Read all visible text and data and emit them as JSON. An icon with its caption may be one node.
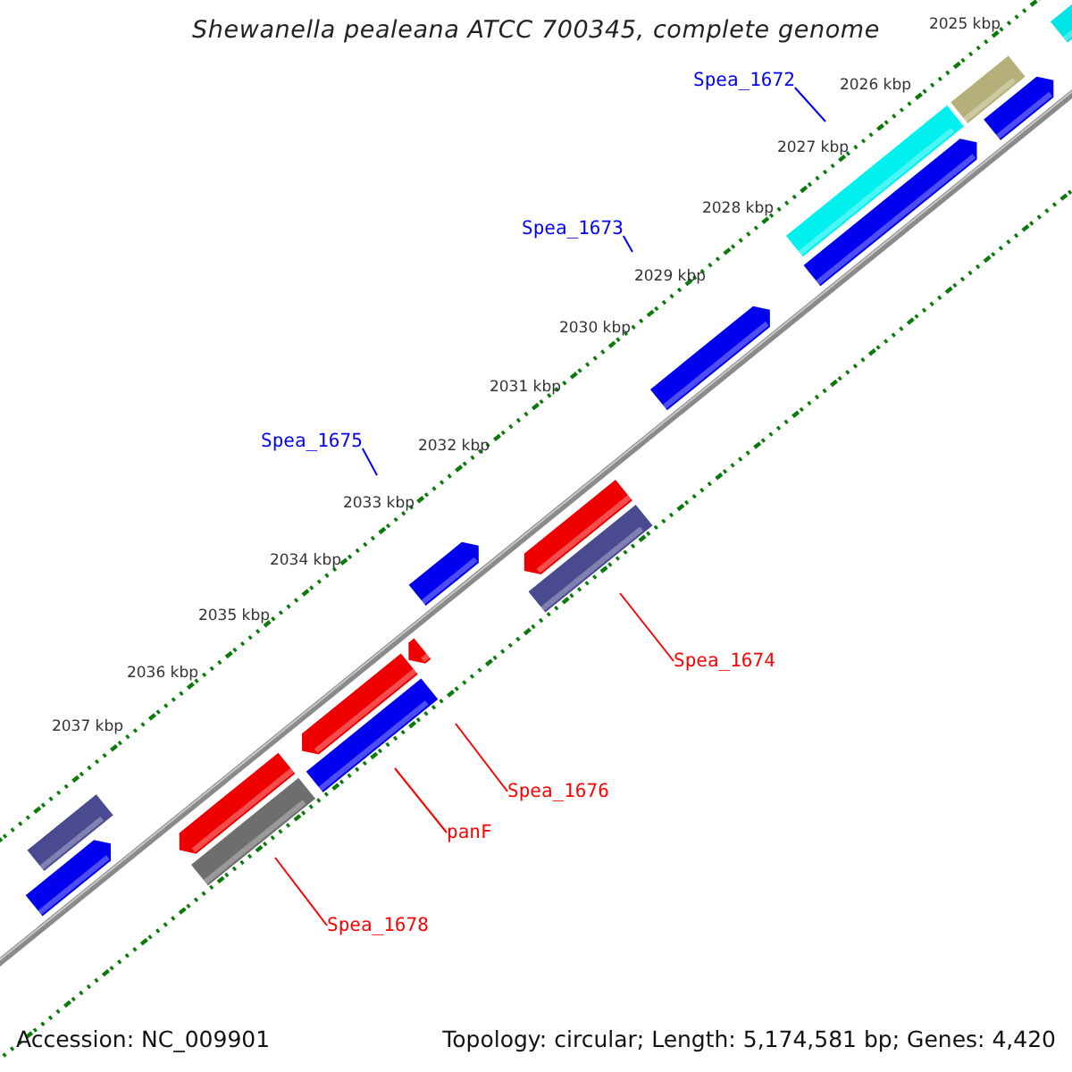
{
  "diagram": {
    "title": "Shewanella pealeana ATCC 700345, complete genome",
    "nodes": [
      {
        "text": [
          "Spea_1672"
        ]
      },
      {
        "text": [
          "Spea_1673"
        ]
      },
      {
        "text": [
          "Spea_1675"
        ]
      },
      {
        "text": [
          "Spea_1674"
        ]
      },
      {
        "text": [
          "Spea_1676"
        ]
      },
      {
        "text": [
          "panF"
        ]
      },
      {
        "text": [
          "Spea_1678"
        ]
      }
    ],
    "edges": [
      {
        "from": 0,
        "to": null,
        "arrow": "none",
        "color": "#0000ff"
      },
      {
        "from": 1,
        "to": null,
        "arrow": "none",
        "color": "#0000ff"
      },
      {
        "from": 2,
        "to": null,
        "arrow": "none",
        "color": "#0000ff"
      },
      {
        "from": 3,
        "to": null,
        "arrow": "none"
      },
      {
        "from": 4,
        "to": null,
        "arrow": "none"
      },
      {
        "from": 5,
        "to": null,
        "arrow": "none"
      },
      {
        "from": 6,
        "to": null,
        "arrow": "none"
      }
    ],
    "labels": [
      "2025 kbp",
      "2026 kbp",
      "2027 kbp",
      "2028 kbp",
      "2029 kbp",
      "2030 kbp",
      "2031 kbp",
      "2032 kbp",
      "2033 kbp",
      "2034 kbp",
      "2035 kbp",
      "2036 kbp",
      "2037 kbp",
      "Accession: NC_009901",
      "Topology: circular; Length: 5,174,581 bp; Genes: 4,420"
    ]
  }
}
